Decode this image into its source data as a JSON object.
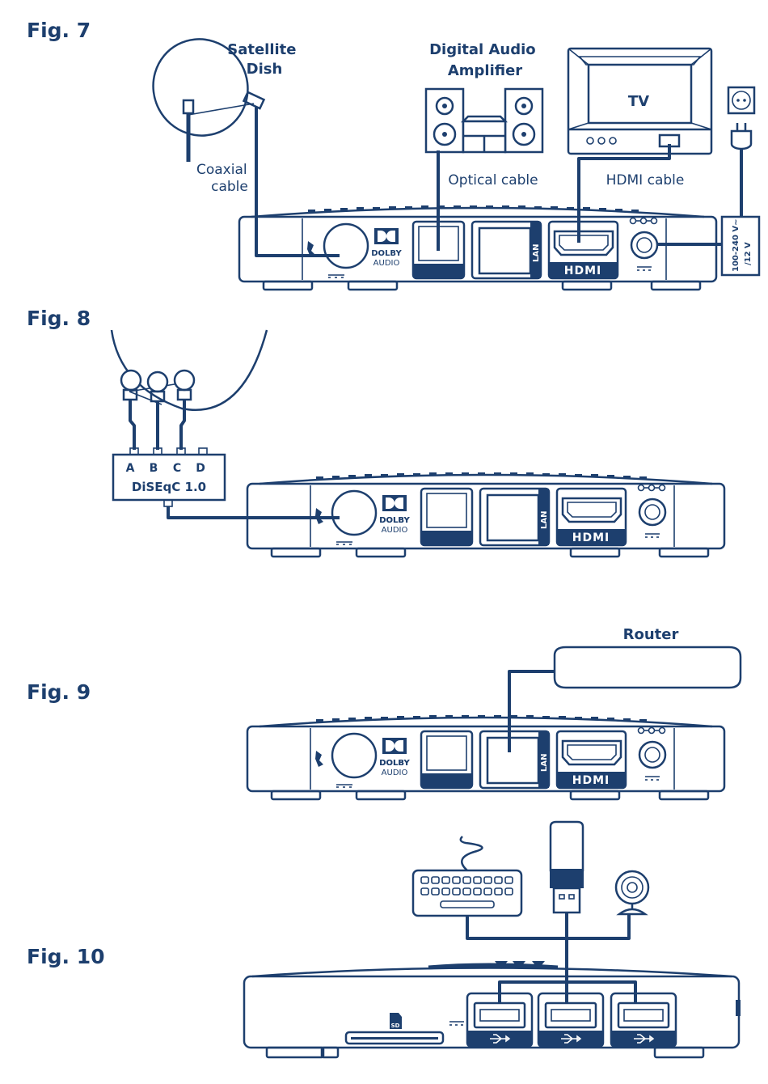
{
  "figures": [
    {
      "id": "fig7",
      "label": "Fig. 7",
      "satellite_dish": "Satellite\nDish",
      "coaxial_cable": "Coaxial\ncable",
      "amplifier": "Digital Audio\nAmplifier",
      "optical_cable": "Optical cable",
      "tv": "TV",
      "hdmi_cable": "HDMI cable",
      "power_adapter": "100-240 V~\n/12 V"
    },
    {
      "id": "fig8",
      "label": "Fig. 8",
      "lnb_inputs": [
        "A",
        "B",
        "C",
        "D"
      ],
      "diseqc": "DiSEqC 1.0"
    },
    {
      "id": "fig9",
      "label": "Fig. 9",
      "router": "Router"
    },
    {
      "id": "fig10",
      "label": "Fig. 10",
      "sd_label": "SD"
    }
  ],
  "receiver_panel": {
    "dolby_line1": "DOLBY",
    "dolby_line2": "AUDIO",
    "lan": "LAN",
    "hdmi": "HDMI"
  },
  "colors": {
    "accent": "#1d3f6e",
    "background": "#ffffff"
  }
}
